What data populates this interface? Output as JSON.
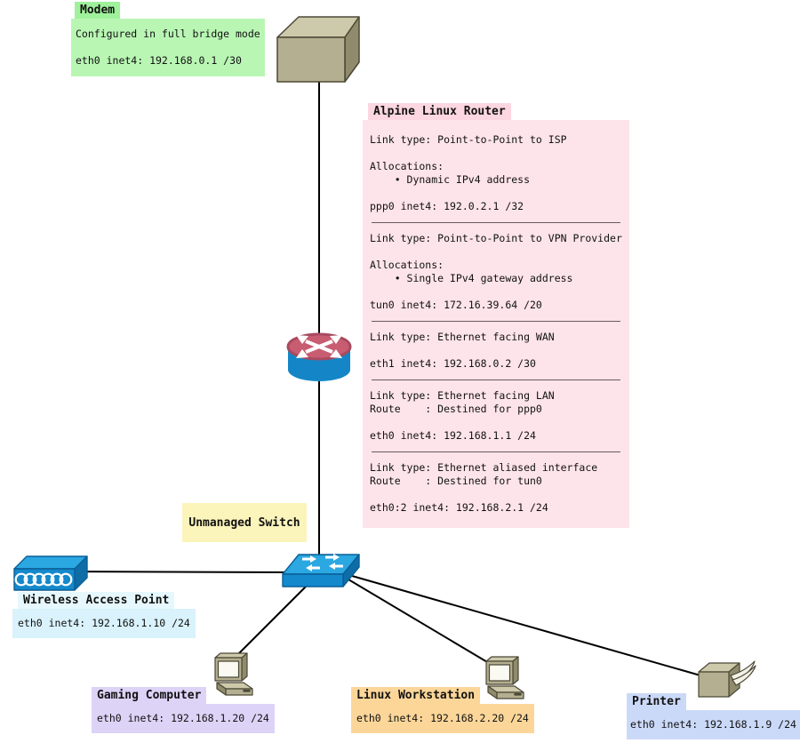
{
  "diagram": {
    "modem": {
      "title": "Modem",
      "body": "Configured in full bridge mode\n\neth0 inet4: 192.168.0.1 /30",
      "bg": "#b9f6b4",
      "title_bg": "#a0f19c"
    },
    "router": {
      "title": "Alpine Linux Router",
      "bg": "#fde4ea",
      "title_bg": "#fcd6e0",
      "sections": [
        "Link type: Point-to-Point to ISP\n\nAllocations:\n    • Dynamic IPv4 address\n\nppp0 inet4: 192.0.2.1 /32",
        "Link type: Point-to-Point to VPN Provider\n\nAllocations:\n    • Single IPv4 gateway address\n\ntun0 inet4: 172.16.39.64 /20",
        "Link type: Ethernet facing WAN\n\neth1 inet4: 192.168.0.2 /30",
        "Link type: Ethernet facing LAN\nRoute    : Destined for ppp0\n\neth0 inet4: 192.168.1.1 /24",
        "Link type: Ethernet aliased interface\nRoute    : Destined for tun0\n\neth0:2 inet4: 192.168.2.1 /24"
      ]
    },
    "switch": {
      "title": "Unmanaged Switch",
      "bg": "#fbf4bb"
    },
    "wap": {
      "title": "Wireless Access Point",
      "body": "eth0 inet4: 192.168.1.10 /24",
      "bg": "#d9f2fb",
      "title_bg": "#e6f8fd"
    },
    "gaming": {
      "title": "Gaming Computer",
      "body": "eth0 inet4: 192.168.1.20 /24",
      "bg": "#ddd3f7",
      "title_bg": "#ddd3f7"
    },
    "workstation": {
      "title": "Linux Workstation",
      "body": "eth0 inet4: 192.168.2.20 /24",
      "bg": "#fcd699",
      "title_bg": "#fcd699"
    },
    "printer": {
      "title": "Printer",
      "body": "eth0 inet4: 192.168.1.9 /24",
      "bg": "#cbd9f8",
      "title_bg": "#cbd9f8"
    },
    "device_colors": {
      "chassis_front": "#b4af90",
      "chassis_top": "#cdc9ab",
      "chassis_side": "#8f8b6c",
      "network_blue_top": "#2ba7e2",
      "network_blue_front": "#1489cc",
      "network_blue_side": "#0e6da7",
      "router_top": "#c85d72",
      "link_line": "#000000"
    }
  }
}
